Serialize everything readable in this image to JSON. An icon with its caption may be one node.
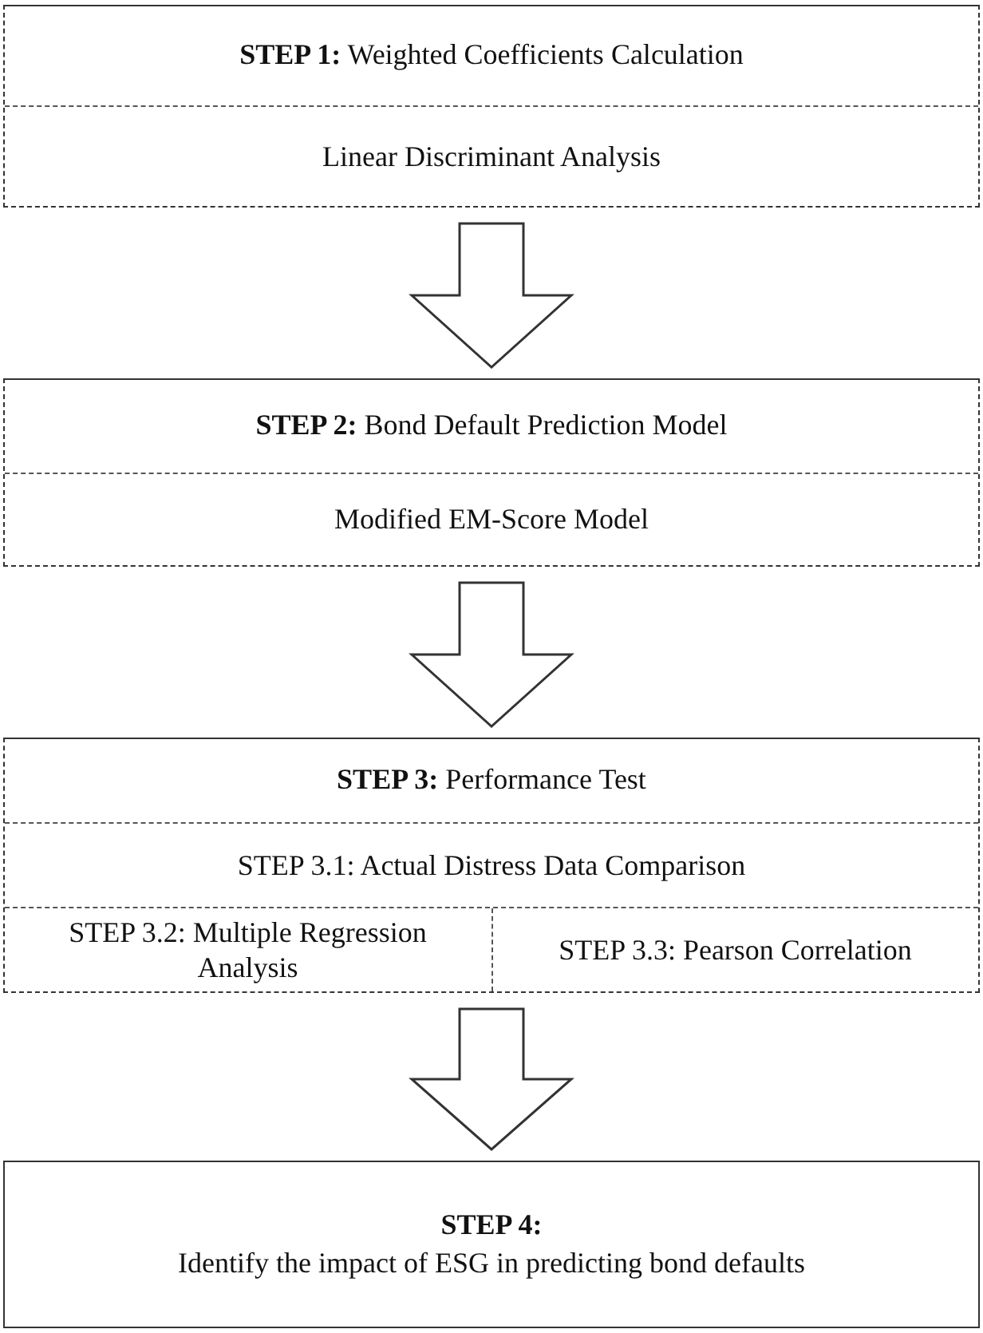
{
  "diagram": {
    "nodes": [
      {
        "text": [
          "**STEP 1:** Weighted Coefficients Calculation"
        ]
      },
      {
        "text": [
          "Linear Discriminant Analysis"
        ],
        "in": 0
      },
      {
        "text": [
          "**STEP 2:** Bond Default Prediction Model"
        ]
      },
      {
        "text": [
          "Modified EM-Score Model"
        ],
        "in": 2
      },
      {
        "text": [
          "**STEP 3:** Performance Test"
        ]
      },
      {
        "text": [
          "STEP 3.1: Actual Distress Data Comparison"
        ],
        "in": 4
      },
      {
        "text": [
          "STEP 3.2: Multiple Regression Analysis"
        ],
        "in": 4
      },
      {
        "text": [
          "STEP 3.3: Pearson Correlation"
        ],
        "in": 4
      },
      {
        "text": [
          "STEP 4:",
          "Identify the impact of ESG in predicting bond defaults"
        ]
      }
    ],
    "edges": [
      {
        "from": 0,
        "to": 2,
        "arrow": "to"
      },
      {
        "from": 2,
        "to": 4,
        "arrow": "to"
      },
      {
        "from": 4,
        "to": 8,
        "arrow": "to"
      }
    ]
  }
}
